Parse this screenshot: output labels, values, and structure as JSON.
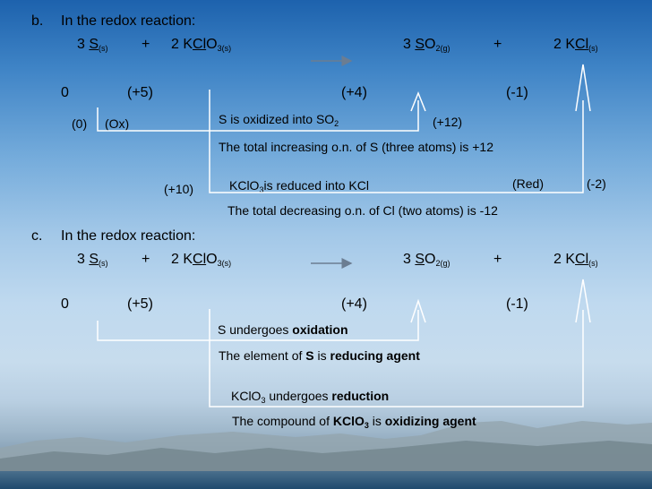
{
  "part_b": {
    "label": "b.",
    "intro": "In the redox reaction:",
    "eq": {
      "r1_coef": "3",
      "r1_el": "S",
      "r1_state": "(s)",
      "plus": "+",
      "r2_pre": "2 K",
      "r2_el": "Cl",
      "r2_post": "O",
      "r2_state": "3(s)",
      "p1_coef": "3",
      "p1_el": "S",
      "p1_post": "O",
      "p1_state": "2(g)",
      "p2_pre": "2 K",
      "p2_el": "Cl",
      "p2_state": "(s)"
    },
    "on": {
      "s_react": "0",
      "cl_react": "(+5)",
      "s_prod": "(+4)",
      "cl_prod": "(-1)"
    },
    "zero": "(0)",
    "ox_tag": "(Ox)",
    "ox_stmt": "S is oxidized into SO",
    "ox_stmt_sub": "2",
    "plus12": "(+12)",
    "increase_stmt": "The total increasing o.n. of S (three atoms) is +12",
    "plus10": "(+10)",
    "red_pre": "KClO",
    "red_sub": "3",
    "red_post": "is reduced into KCl",
    "red_tag": "(Red)",
    "minus2": "(-2)",
    "decrease_stmt": "The total decreasing o.n. of Cl  (two atoms) is -12"
  },
  "part_c": {
    "label": "c.",
    "intro": "In the redox reaction:",
    "eq": {
      "r1_coef": "3",
      "r1_el": "S",
      "r1_state": "(s)",
      "plus": "+",
      "r2_pre": "2 K",
      "r2_el": "Cl",
      "r2_post": "O",
      "r2_state": "3(s)",
      "p1_coef": "3",
      "p1_el": "S",
      "p1_post": "O",
      "p1_state": "2(g)",
      "p2_pre": "2 K",
      "p2_el": "Cl",
      "p2_state": "(s)"
    },
    "on": {
      "s_react": "0",
      "cl_react": "(+5)",
      "s_prod": "(+4)",
      "cl_prod": "(-1)"
    },
    "oxidation": {
      "pre": "S undergoes",
      "word": "oxidation"
    },
    "reducing": {
      "pre": "The element of",
      "el": "S",
      "mid": "is",
      "word": "reducing agent"
    },
    "reduction": {
      "pre": "KClO",
      "sub": "3",
      "post": " undergoes",
      "word": "reduction"
    },
    "oxidizing": {
      "pre": "The compound  of",
      "el": "KClO",
      "el_sub": "3",
      "mid": "is",
      "word": "oxidizing agent"
    }
  },
  "colors": {
    "arrow": "#6b7d92",
    "lines": "#ffffff"
  }
}
